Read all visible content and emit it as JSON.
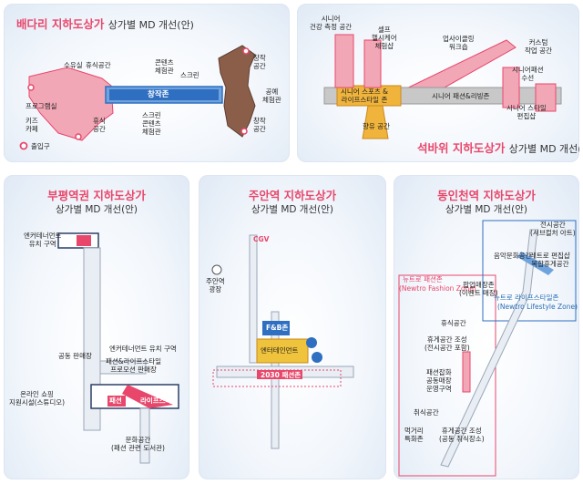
{
  "panels": {
    "badari": {
      "title": "배다리 지하도상가",
      "subtitle": "상가별 MD 개선(안)",
      "labels": {
        "nursing": "수유실",
        "rest1": "휴식공간",
        "program": "프로그램실",
        "kids": "키즈\n카페",
        "rest2": "휴식\n공간",
        "content1": "콘텐츠\n체험관",
        "screen": "스크린",
        "creation_zone": "창작존",
        "screen_content": "스크린\n콘텐츠\n체험관",
        "creation_space1": "창작\n공간",
        "craft_hall": "공예\n체험관",
        "creation_space2": "창작\n공간"
      },
      "legend": "출입구",
      "colors": {
        "accent": "#e8476b",
        "zone": "#2f6fc1",
        "mall": "#f2a7b6",
        "brown": "#8b5e4a"
      }
    },
    "seokbawi": {
      "title": "석바위 지하도상가",
      "subtitle": "상가별 MD 개선(안)",
      "labels": {
        "senior_health": "시니어\n건강 측정 공간",
        "self_health": "셀프\n헬시케어\n체험샵",
        "upcycling": "업사이클링\n워크숍",
        "custom": "커스텀\n작업 공간",
        "senior_fashion": "시니어패션\n수선",
        "senior_sports": "시니어 스포츠 &\n라이프스타일 존",
        "senior_fashion_zone": "시니어 패션&리빙존",
        "senior_style": "시니어 스타일\n편집샵",
        "enjoy": "향유 공간"
      },
      "colors": {
        "orange": "#f0b43c",
        "grey": "#b8b8b8",
        "pink": "#f2a7b6"
      }
    },
    "bupyeong": {
      "title": "부평역권 지하도상가",
      "subtitle": "상가별 MD 개선(안)",
      "labels": {
        "ent_top": "엔커테너먼트\n유치 구역",
        "common_sale": "공동 판매장",
        "ent_mid": "엔커테너먼트 유치 구역",
        "fashion_life": "패션&라이프스타일\n프로모션 판매장",
        "online": "온라인 쇼핑\n지원시설(스튜디오)",
        "fashion": "패션",
        "lifestyle": "라이프스타일",
        "culture": "문화공간\n(패션 관련 도서관)"
      }
    },
    "juan": {
      "title": "주안역 지하도상가",
      "subtitle": "상가별 MD 개선(안)",
      "labels": {
        "cgv": "CGV",
        "juan_park": "주안역\n광장",
        "fb": "F&B존",
        "entertainment": "엔터테인먼트",
        "fashion2030": "2030 패션존"
      }
    },
    "dongincheon": {
      "title": "동인천역 지하도상가",
      "subtitle": "상가별 MD 개선(안)",
      "labels": {
        "exhibition": "전시공간\n(서브컬처 아트)",
        "music": "음악문화공간",
        "retro": "레트로 편집샵\n복합휴게공간",
        "newtro_fashion": "뉴트로 패션존",
        "newtro_fashion_en": "(Newtro Fashion Zone)",
        "popup": "팝업매장존\n(이벤트 매장)",
        "newtro_life": "뉴트로 라이프스타일존",
        "newtro_life_en": "(Newtro Lifestyle Zone)",
        "rest": "휴식공간",
        "rest_create": "휴게공간 조성\n(전시공간 포함)",
        "fashion_shop": "패션잡화\n공동매장\n운영구역",
        "relax": "취식공간",
        "street_food": "먹거리\n특화존",
        "rest_create2": "휴게공간 조성\n(공동 취식장소)"
      }
    }
  }
}
